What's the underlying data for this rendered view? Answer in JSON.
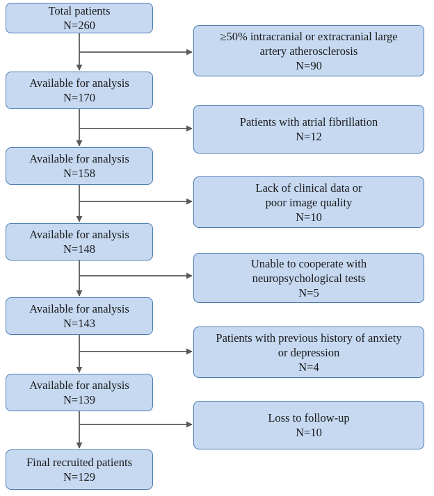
{
  "flowchart": {
    "main": [
      {
        "label": "Total patients",
        "n": "N=260"
      },
      {
        "label": "Available for analysis",
        "n": "N=170"
      },
      {
        "label": "Available for analysis",
        "n": "N=158"
      },
      {
        "label": "Available for analysis",
        "n": "N=148"
      },
      {
        "label": "Available for analysis",
        "n": "N=143"
      },
      {
        "label": "Available for analysis",
        "n": "N=139"
      },
      {
        "label": "Final recruited patients",
        "n": "N=129"
      }
    ],
    "exclusions": [
      {
        "line1": "≥50% intracranial or extracranial large",
        "line2": "artery atherosclerosis",
        "n": "N=90"
      },
      {
        "line1": "Patients with atrial fibrillation",
        "line2": "",
        "n": "N=12"
      },
      {
        "line1": "Lack of clinical data or",
        "line2": "poor image quality",
        "n": "N=10"
      },
      {
        "line1": "Unable to cooperate with",
        "line2": "neuropsychological tests",
        "n": "N=5"
      },
      {
        "line1": "Patients with previous history of anxiety",
        "line2": "or depression",
        "n": "N=4"
      },
      {
        "line1": "Loss to follow-up",
        "line2": "",
        "n": "N=10"
      }
    ]
  }
}
